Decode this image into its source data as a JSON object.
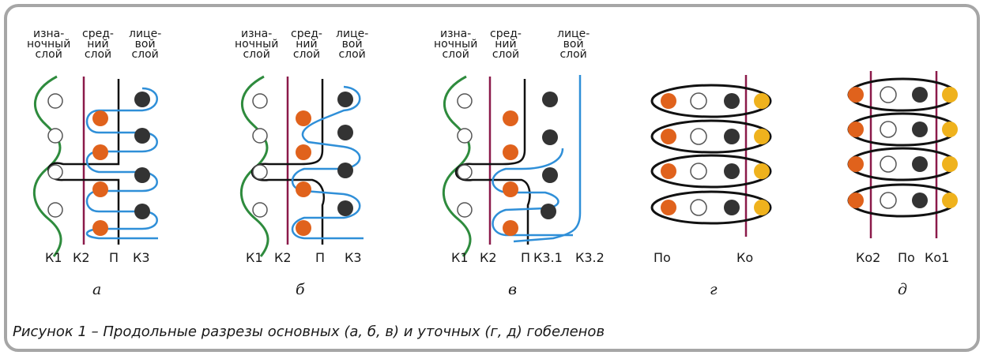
{
  "figure_caption": "Рисунок 1 – Продольные разрезы основных (а, б, в) и уточных (г, д) гобеленов",
  "colors": {
    "green_warp": "#2e8b3d",
    "blue_weft": "#2f8fd8",
    "black_thread": "#111111",
    "purple_line": "#8b1a4a",
    "orange_dot": "#e0621c",
    "dark_dot": "#333333",
    "yellow_dot": "#efb21d",
    "frame": "#a6a6a6"
  },
  "layer_labels": {
    "back": "изна-\nночный\nслой",
    "middle": "сред-\nний\nслой",
    "face": "лице-\nвой\nслой"
  },
  "panels": [
    {
      "letter": "а",
      "bottom_labels": [
        "К1",
        "К2",
        "П",
        "К3"
      ]
    },
    {
      "letter": "б",
      "bottom_labels": [
        "К1",
        "К2",
        "П",
        "К3"
      ]
    },
    {
      "letter": "в",
      "bottom_labels": [
        "К1",
        "К2",
        "П",
        "К3.1",
        "К3.2"
      ]
    },
    {
      "letter": "г",
      "bottom_labels": [
        "По",
        "Ко"
      ]
    },
    {
      "letter": "д",
      "bottom_labels": [
        "Ко2",
        "По",
        "Ко1"
      ]
    }
  ]
}
